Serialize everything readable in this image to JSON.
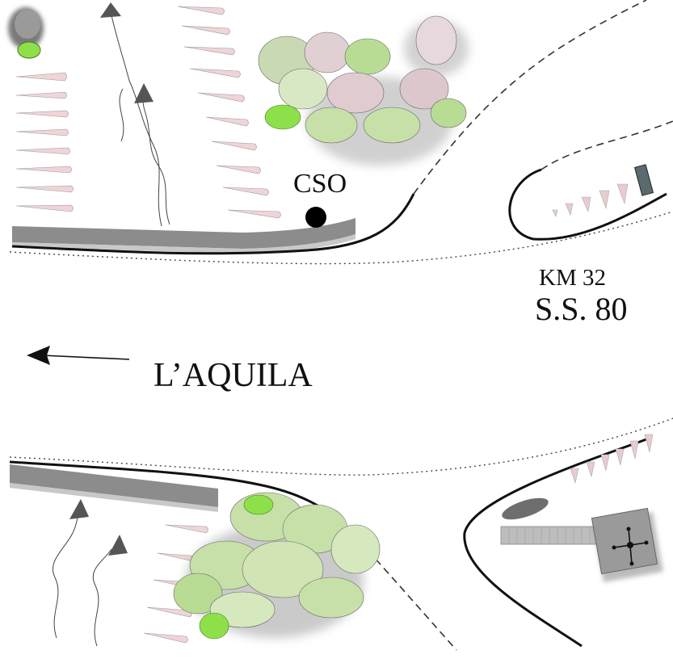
{
  "labels": {
    "station": "CSO",
    "km": "KM 32",
    "road": "S.S. 80",
    "direction": "L’AQUILA"
  },
  "colors": {
    "road_edge": "#111111",
    "road_band": "#8c8c8c",
    "tick": "#e8c8cc",
    "foliage_light": "#c7e0a8",
    "foliage_bright": "#8ee04a",
    "station_dot": "#000000"
  },
  "icons": [
    "direction-arrow-left",
    "wind-arrow",
    "station-marker",
    "tree-cluster",
    "building",
    "well"
  ]
}
